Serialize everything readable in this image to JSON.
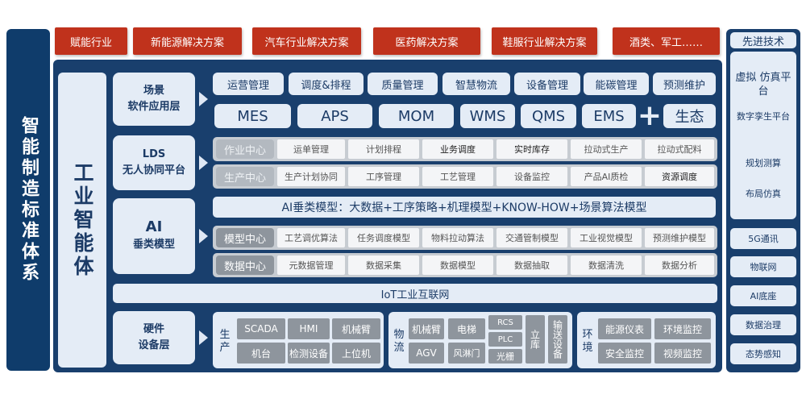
{
  "left_title": "智能制造标准体系",
  "industries": [
    "赋能行业",
    "新能源解决方案",
    "汽车行业解决方案",
    "医药解决方案",
    "鞋服行业解决方案",
    "酒类、军工……"
  ],
  "agent_title": "工业智能体",
  "scene": {
    "label_line1": "场景",
    "label_line2": "软件应用层",
    "row1": [
      "运营管理",
      "调度&排程",
      "质量管理",
      "智慧物流",
      "设备管理",
      "能碳管理",
      "预测维护"
    ],
    "row2": [
      "MES",
      "APS",
      "MOM",
      "WMS",
      "QMS",
      "EMS"
    ],
    "plus": "+",
    "ecology": "生态"
  },
  "lds": {
    "label_line1": "LDS",
    "label_line2": "无人协同平台",
    "rows": [
      {
        "head": "作业中心",
        "cells": [
          "运单管理",
          "计划排程",
          "业务调度",
          "实时库存",
          "拉动式生产",
          "拉动式配料"
        ],
        "bold": [
          false,
          false,
          true,
          true,
          false,
          false
        ]
      },
      {
        "head": "生产中心",
        "cells": [
          "生产计划协同",
          "工序管理",
          "工艺管理",
          "设备监控",
          "产品AI质检",
          "资源调度"
        ],
        "bold": [
          false,
          false,
          false,
          false,
          false,
          true
        ]
      }
    ]
  },
  "ai": {
    "label_line1": "AI",
    "label_line2": "垂类模型",
    "banner": "AI垂类模型：大数据+工序策略+机理模型+KNOW-HOW+场景算法模型",
    "rows": [
      {
        "head": "模型中心",
        "cells": [
          "工艺调优算法",
          "任务调度模型",
          "物料拉动算法",
          "交通管制模型",
          "工业视觉模型",
          "预测维护模型"
        ]
      },
      {
        "head": "数据中心",
        "cells": [
          "元数据管理",
          "数据采集",
          "数据模型",
          "数据抽取",
          "数据清洗",
          "数据分析"
        ]
      }
    ]
  },
  "iot": "IoT工业互联网",
  "hardware": {
    "label_line1": "硬件",
    "label_line2": "设备层",
    "production": {
      "label": "生产",
      "cells": [
        "SCADA",
        "HMI",
        "机械臂",
        "机台",
        "检测设备",
        "上位机"
      ]
    },
    "logistics": {
      "label": "物流",
      "arm": "机械臂",
      "elevator": "电梯",
      "rcs": "RCS",
      "plc": "PLC",
      "agv": "AGV",
      "shutter": "风淋门",
      "grating": "光栅",
      "warehouse": "立库",
      "conveyor": "输送设备"
    },
    "environment": {
      "label": "环境",
      "cells": [
        "能源仪表",
        "环境监控",
        "安全监控",
        "视频监控"
      ]
    }
  },
  "advanced": {
    "title": "先进技术",
    "group": [
      "虚拟 仿真平台",
      "数字孪生平台",
      "规划测算",
      "布局仿真"
    ],
    "items": [
      "5G通讯",
      "物联网",
      "AI底座",
      "数据治理",
      "态势感知"
    ]
  },
  "colors": {
    "navy": "#193f6d",
    "red": "#c0321c",
    "light": "#e4ecf6",
    "gray": "#8e959d"
  }
}
